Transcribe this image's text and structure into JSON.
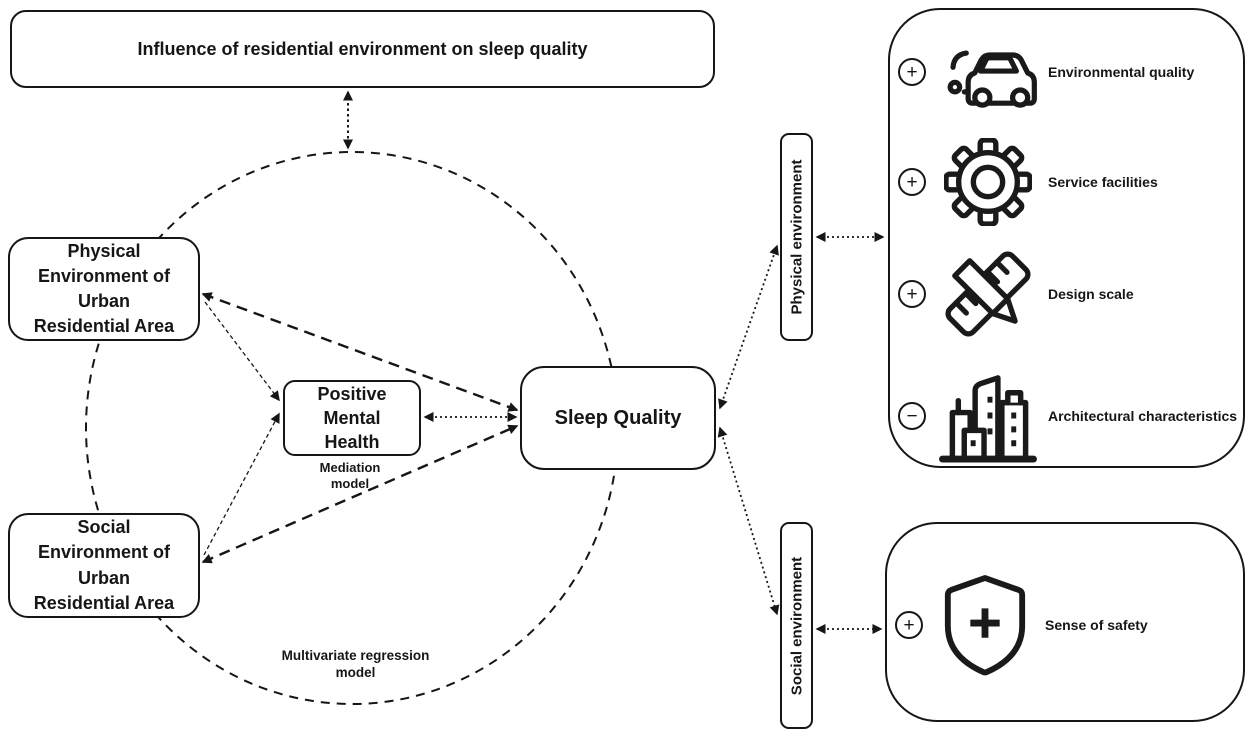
{
  "figure": {
    "title": "Influence of residential environment on sleep quality",
    "nodes": {
      "physical_env": "Physical Environment of Urban Residential Area",
      "social_env": "Social Environment of Urban Residential Area",
      "positive_mental_health": "Positive Mental Health",
      "sleep_quality": "Sleep Quality"
    },
    "model_labels": {
      "mediation": "Mediation model",
      "regression": "Multivariate regression model"
    },
    "side_labels": {
      "physical": "Physical environment",
      "social": "Social environment"
    },
    "physical_panel": {
      "items": [
        {
          "sign": "+",
          "icon": "car-icon",
          "label": "Environmental quality"
        },
        {
          "sign": "+",
          "icon": "gear-icon",
          "label": "Service facilities"
        },
        {
          "sign": "+",
          "icon": "pencil-ruler-icon",
          "label": "Design scale"
        },
        {
          "sign": "−",
          "icon": "buildings-icon",
          "label": "Architectural characteristics"
        }
      ]
    },
    "social_panel": {
      "items": [
        {
          "sign": "+",
          "icon": "shield-plus-icon",
          "label": "Sense of safety"
        }
      ]
    },
    "colors": {
      "ink": "#161616",
      "background": "#ffffff"
    }
  }
}
